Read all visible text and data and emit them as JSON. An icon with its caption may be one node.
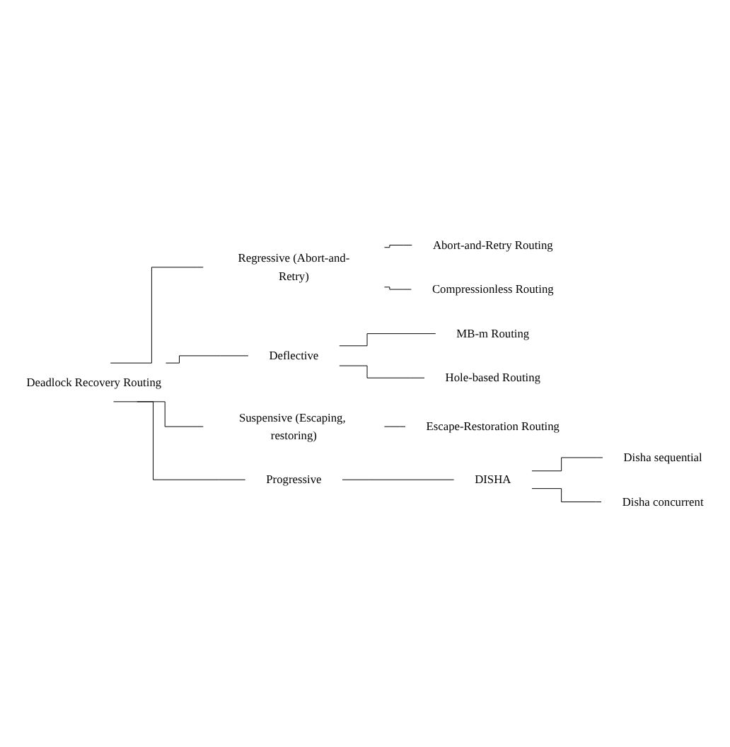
{
  "diagram": {
    "nodes": [
      {
        "text": [
          "Deadlock Recovery Routing"
        ]
      },
      {
        "text": [
          "Regressive (Abort-and-Retry)"
        ]
      },
      {
        "text": [
          "Abort-and-Retry Routing"
        ]
      },
      {
        "text": [
          "Compressionless Routing"
        ]
      },
      {
        "text": [
          "Deflective"
        ]
      },
      {
        "text": [
          "MB-m Routing"
        ]
      },
      {
        "text": [
          "Hole-based Routing"
        ]
      },
      {
        "text": [
          "Suspensive (Escaping, restoring)"
        ]
      },
      {
        "text": [
          "Escape-Restoration Routing"
        ]
      },
      {
        "text": [
          "Progressive"
        ]
      },
      {
        "text": [
          "DISHA"
        ]
      },
      {
        "text": [
          "Disha sequential"
        ]
      },
      {
        "text": [
          "Disha concurrent"
        ]
      }
    ],
    "edges": [
      {
        "from": 0,
        "to": 1,
        "arrow": "none"
      },
      {
        "from": 1,
        "to": 2,
        "arrow": "none"
      },
      {
        "from": 1,
        "to": 3,
        "arrow": "none"
      },
      {
        "from": 0,
        "to": 4,
        "arrow": "none"
      },
      {
        "from": 4,
        "to": 5,
        "arrow": "none"
      },
      {
        "from": 4,
        "to": 6,
        "arrow": "none"
      },
      {
        "from": 0,
        "to": 7,
        "arrow": "none"
      },
      {
        "from": 7,
        "to": 8,
        "arrow": "none"
      },
      {
        "from": 0,
        "to": 9,
        "arrow": "none"
      },
      {
        "from": 9,
        "to": 10,
        "arrow": "none"
      },
      {
        "from": 10,
        "to": 11,
        "arrow": "none"
      },
      {
        "from": 10,
        "to": 12,
        "arrow": "none"
      }
    ]
  }
}
